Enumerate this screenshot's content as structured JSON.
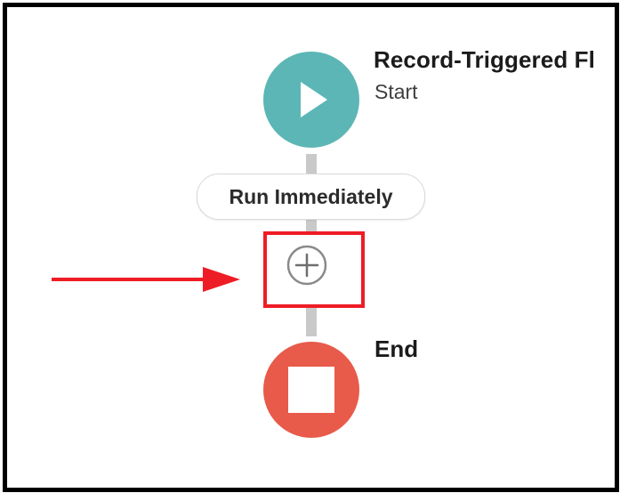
{
  "flow": {
    "start": {
      "title": "Record-Triggered Fl",
      "subtitle": "Start",
      "icon": "play-icon",
      "color": "#5cb6b5"
    },
    "path_label": "Run Immediately",
    "add_element": {
      "icon": "add-circle-icon",
      "highlight_color": "#ee1c25"
    },
    "end": {
      "title": "End",
      "icon": "stop-icon",
      "color": "#e85a4a"
    },
    "connector_color": "#c9c9c9"
  },
  "annotation": {
    "arrow_icon": "right-arrow-icon",
    "color": "#ee1c25"
  }
}
